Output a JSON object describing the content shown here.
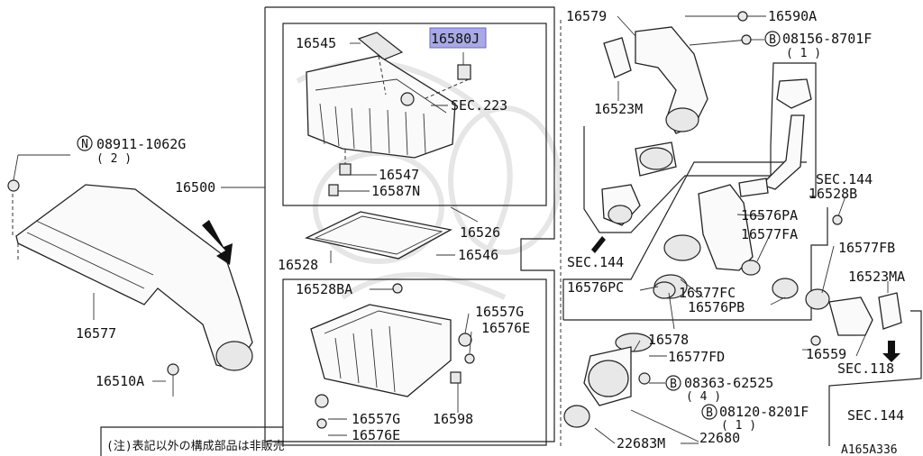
{
  "labels": {
    "p16579": "16579",
    "p16590A": "16590A",
    "p08156": "08156-8701F",
    "p08156_qty": "( 1 )",
    "p16523M": "16523M",
    "p16545": "16545",
    "p16580J_prefix": "16580",
    "p16580J_suffix": "J",
    "p16580J_highlight": "#a9a9e6",
    "sec223": "SEC.223",
    "p16547": "16547",
    "p16587N": "16587N",
    "p08911": "08911-1062G",
    "p08911_qty": "( 2 )",
    "p16500": "16500",
    "sec144_a": "SEC.144",
    "p16528B": "16528B",
    "p16576PA": "16576PA",
    "p16577FA": "16577FA",
    "p16577FB": "16577FB",
    "p16523MA": "16523MA",
    "p16526": "16526",
    "p16546": "16546",
    "p16528": "16528",
    "sec144_b": "SEC.144",
    "p16576PC": "16576PC",
    "p16577FC": "16577FC",
    "p16576PB": "16576PB",
    "p16528BA": "16528BA",
    "p16557G_top": "16557G",
    "p16576E_top": "16576E",
    "p16577": "16577",
    "p16578": "16578",
    "p16577FD": "16577FD",
    "p16559": "16559",
    "sec118": "SEC.118",
    "p16510A": "16510A",
    "p08363": "08363-62525",
    "p08363_qty": "( 4 )",
    "p08120": "08120-8201F",
    "p08120_qty": "( 1 )",
    "sec144_c": "SEC.144",
    "p16557G_bot": "16557G",
    "p16598": "16598",
    "p16576E_bot": "16576E",
    "p22683M": "22683M",
    "p22680": "22680",
    "note": "(注)表記以外の構成部品は非販売",
    "figure_id": "A165A336",
    "badge_N": "N",
    "badge_B": "B"
  }
}
